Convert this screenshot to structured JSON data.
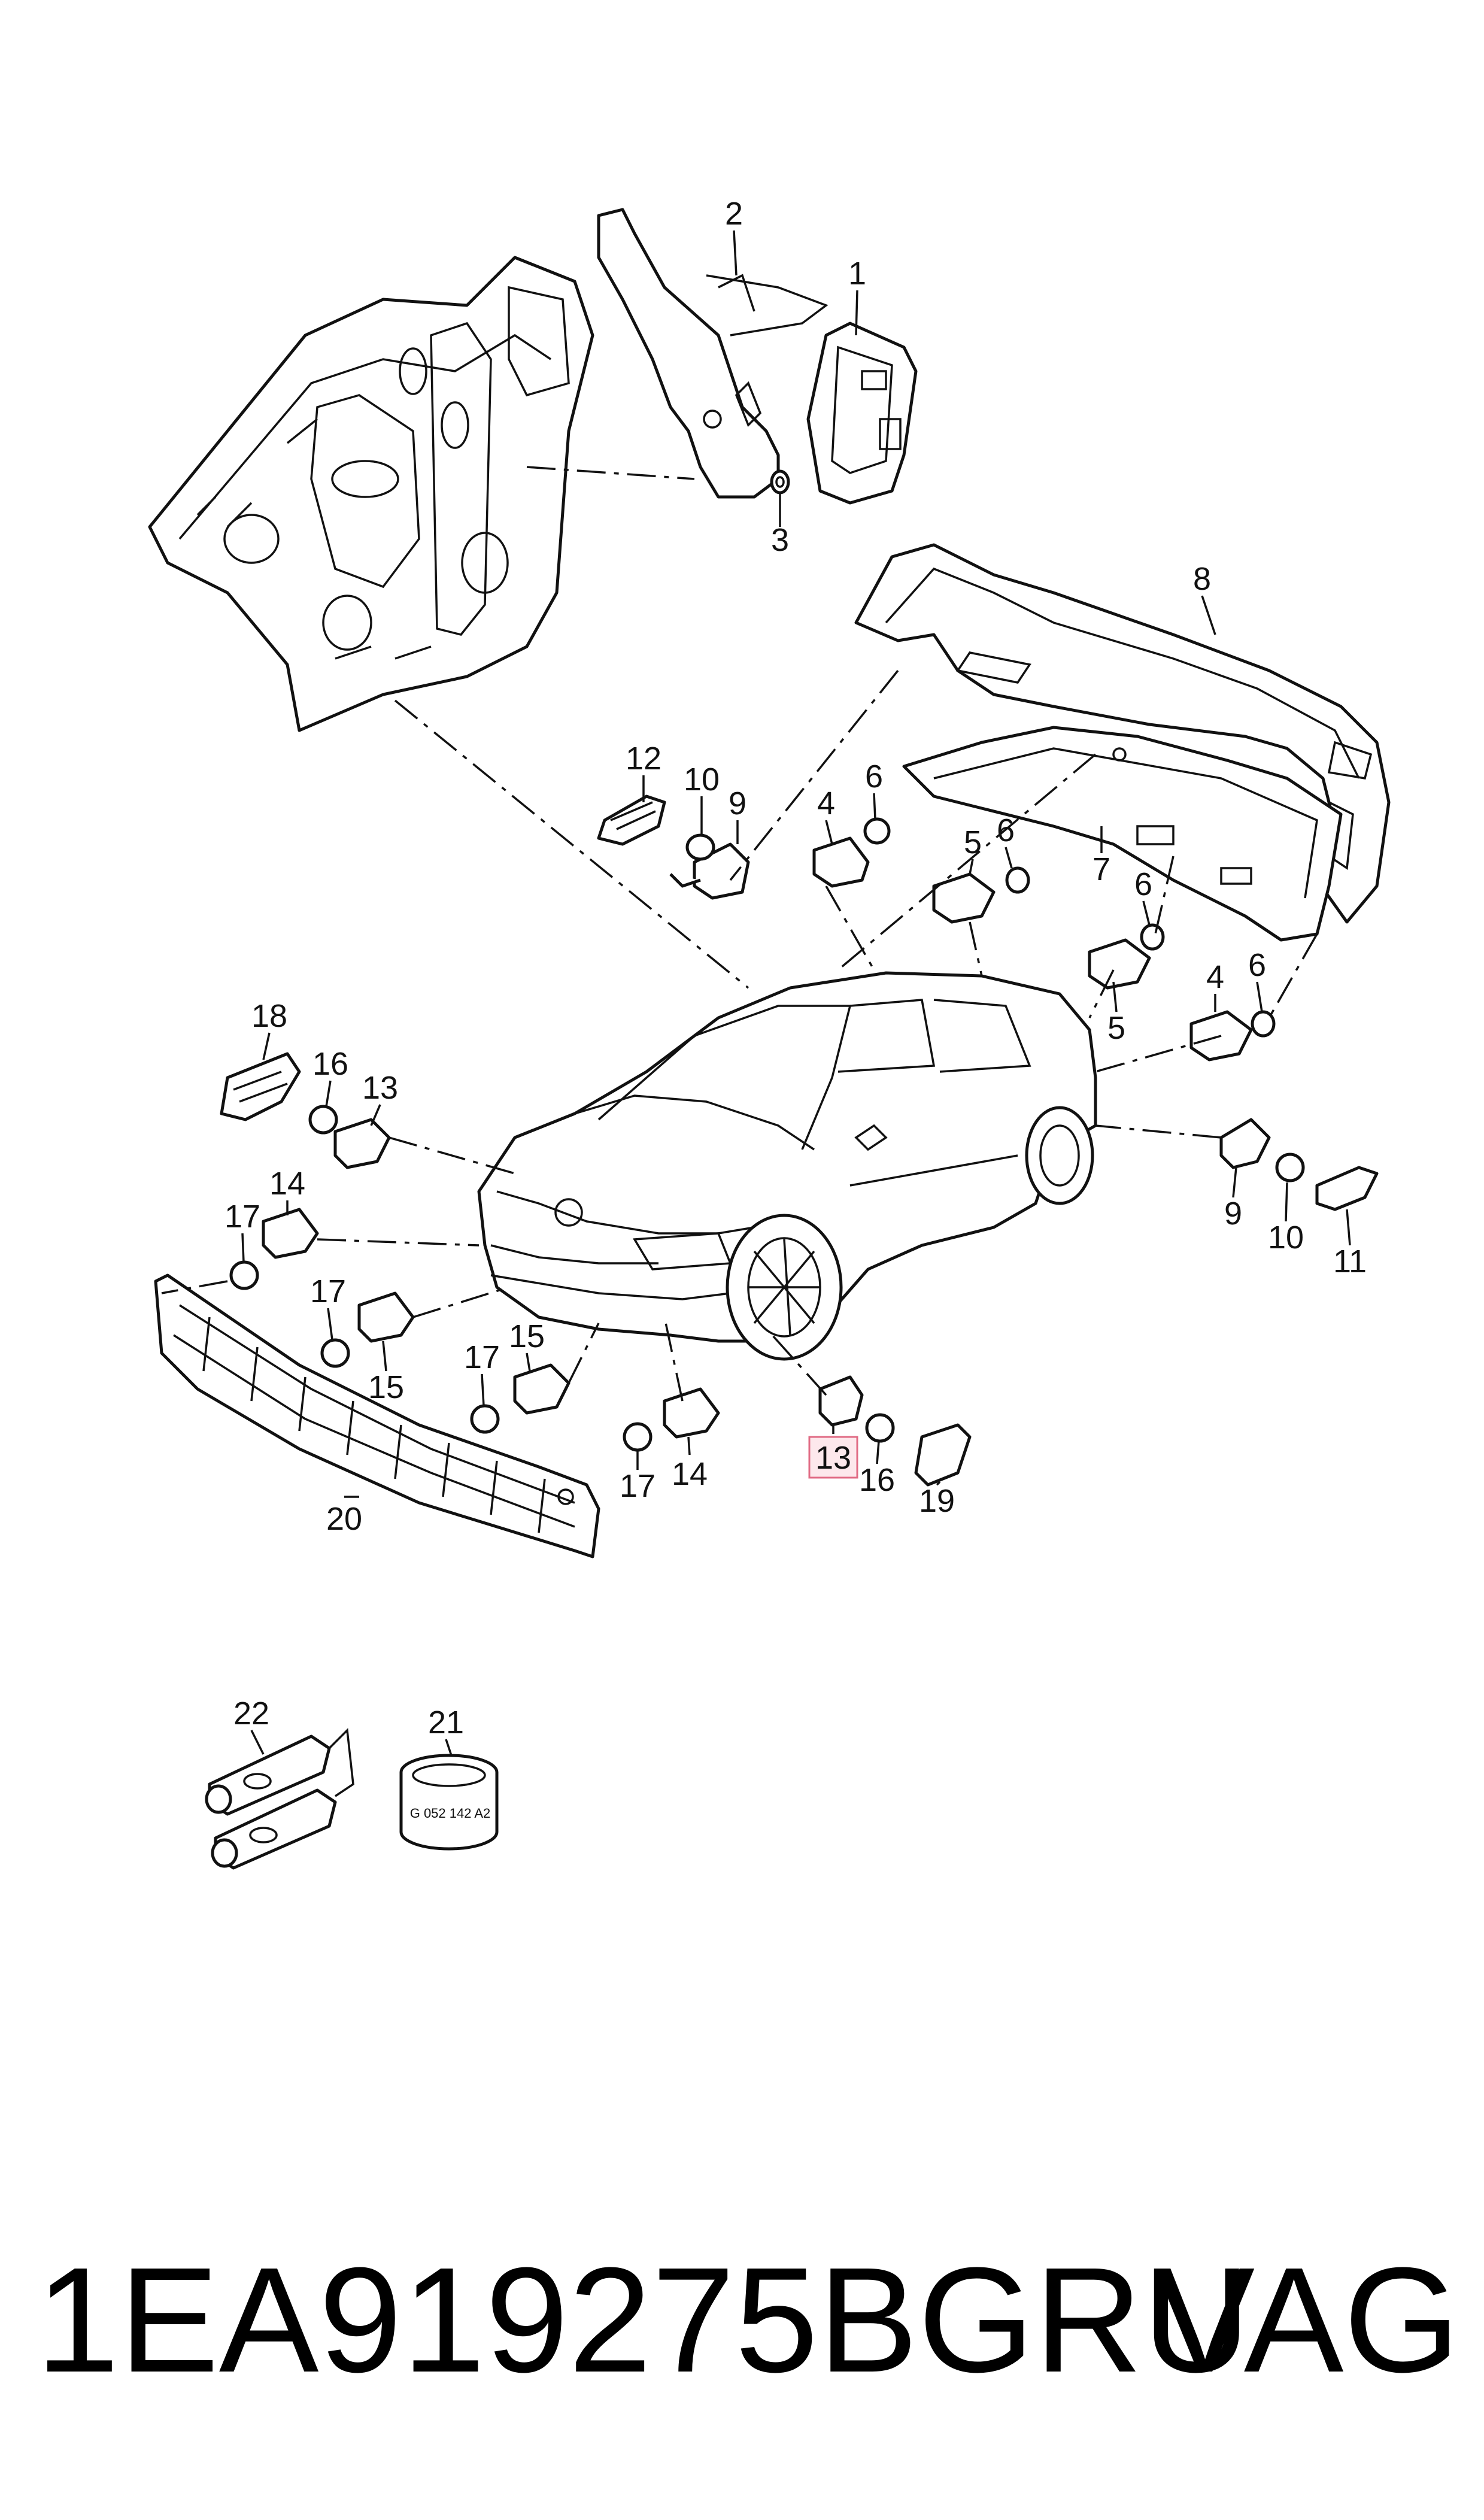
{
  "diagram": {
    "callouts": [
      {
        "id": "1",
        "label": "1"
      },
      {
        "id": "2",
        "label": "2"
      },
      {
        "id": "3",
        "label": "3"
      },
      {
        "id": "4a",
        "label": "4"
      },
      {
        "id": "4b",
        "label": "4"
      },
      {
        "id": "5a",
        "label": "5"
      },
      {
        "id": "5b",
        "label": "5"
      },
      {
        "id": "6a",
        "label": "6"
      },
      {
        "id": "6b",
        "label": "6"
      },
      {
        "id": "6c",
        "label": "6"
      },
      {
        "id": "6d",
        "label": "6"
      },
      {
        "id": "7",
        "label": "7"
      },
      {
        "id": "8",
        "label": "8"
      },
      {
        "id": "9a",
        "label": "9"
      },
      {
        "id": "9b",
        "label": "9"
      },
      {
        "id": "10a",
        "label": "10"
      },
      {
        "id": "10b",
        "label": "10"
      },
      {
        "id": "11",
        "label": "11"
      },
      {
        "id": "12",
        "label": "12"
      },
      {
        "id": "13a",
        "label": "13"
      },
      {
        "id": "13b",
        "label": "13",
        "highlighted": true
      },
      {
        "id": "14a",
        "label": "14"
      },
      {
        "id": "14b",
        "label": "14"
      },
      {
        "id": "15a",
        "label": "15"
      },
      {
        "id": "15b",
        "label": "15"
      },
      {
        "id": "16a",
        "label": "16"
      },
      {
        "id": "16b",
        "label": "16"
      },
      {
        "id": "17a",
        "label": "17"
      },
      {
        "id": "17b",
        "label": "17"
      },
      {
        "id": "17c",
        "label": "17"
      },
      {
        "id": "17d",
        "label": "17"
      },
      {
        "id": "18",
        "label": "18"
      },
      {
        "id": "19",
        "label": "19"
      },
      {
        "id": "20",
        "label": "20"
      },
      {
        "id": "21",
        "label": "21"
      },
      {
        "id": "22",
        "label": "22"
      }
    ],
    "ring_marking": "G 052 142 A2",
    "highlight_color": "#e06b84"
  },
  "caption": {
    "part_number": "1EA919275BGRU",
    "brand": "VAG"
  }
}
